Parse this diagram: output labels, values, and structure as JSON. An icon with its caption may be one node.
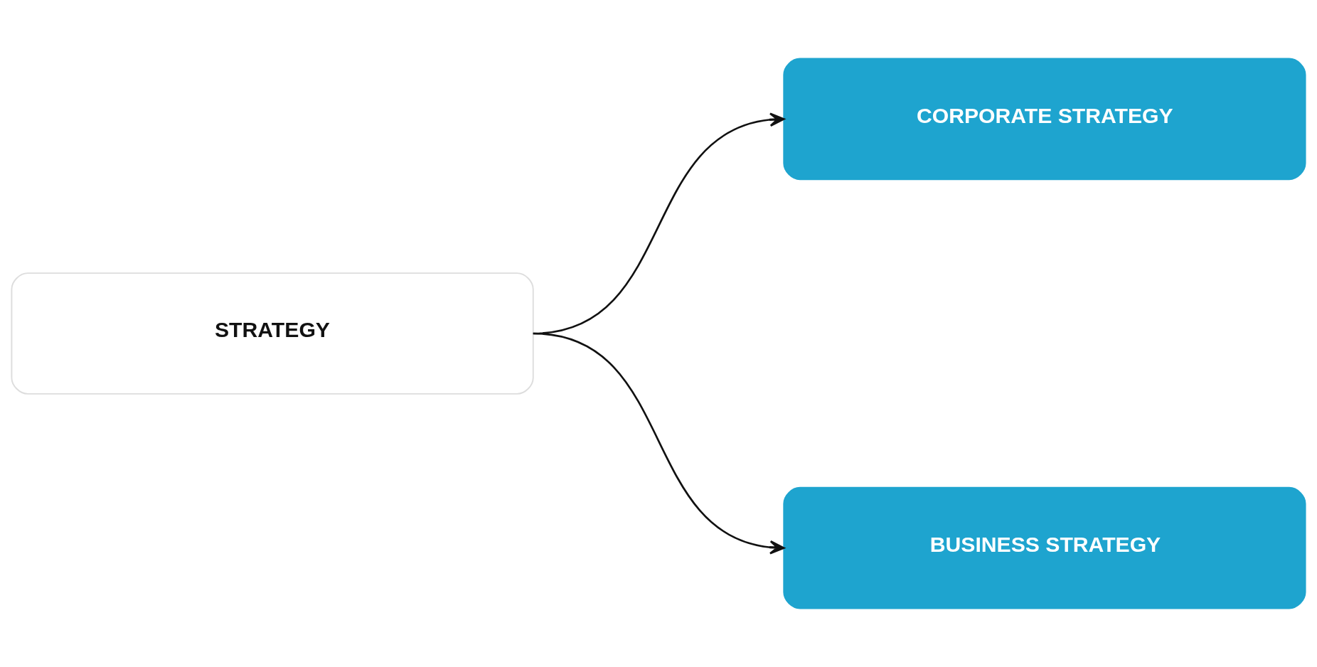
{
  "diagram": {
    "nodes": [
      {
        "text": [
          "STRATEGY"
        ]
      },
      {
        "text": [
          "CORPORATE STRATEGY"
        ]
      },
      {
        "text": [
          "BUSINESS STRATEGY"
        ]
      }
    ],
    "edges": [
      {
        "from": 0,
        "to": 1,
        "arrow": "to"
      },
      {
        "from": 0,
        "to": 2,
        "arrow": "to"
      }
    ]
  }
}
